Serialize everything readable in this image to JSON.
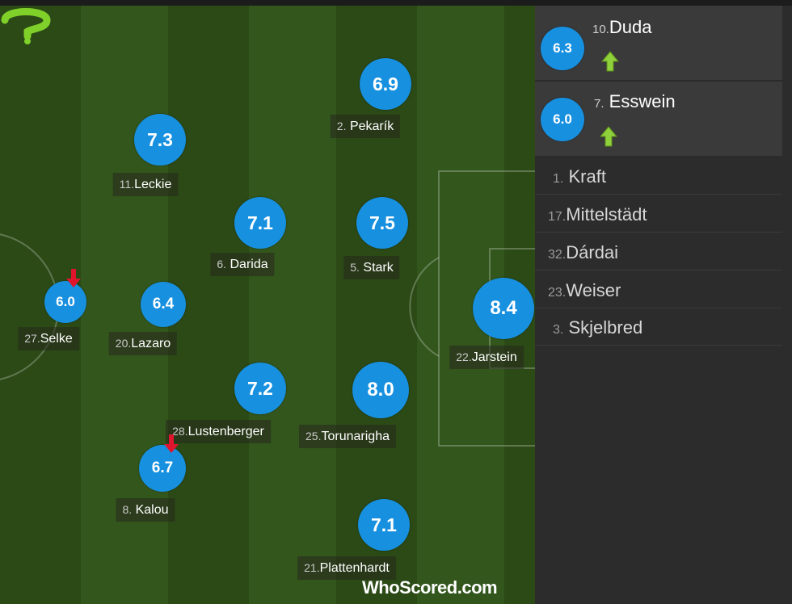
{
  "pitch_players": [
    {
      "id": "pekarik",
      "number": "2.",
      "name": "Pekarík",
      "rating": "6.9"
    },
    {
      "id": "leckie",
      "number": "11.",
      "name": "Leckie",
      "rating": "7.3"
    },
    {
      "id": "darida",
      "number": "6.",
      "name": "Darida",
      "rating": "7.1"
    },
    {
      "id": "stark",
      "number": "5.",
      "name": "Stark",
      "rating": "7.5"
    },
    {
      "id": "selke",
      "number": "27.",
      "name": "Selke",
      "rating": "6.0",
      "subbed_off": true
    },
    {
      "id": "lazaro",
      "number": "20.",
      "name": "Lazaro",
      "rating": "6.4"
    },
    {
      "id": "jarstein",
      "number": "22.",
      "name": "Jarstein",
      "rating": "8.4"
    },
    {
      "id": "lustenberger",
      "number": "28.",
      "name": "Lustenberger",
      "rating": "7.2"
    },
    {
      "id": "torunarigha",
      "number": "25.",
      "name": "Torunarigha",
      "rating": "8.0"
    },
    {
      "id": "kalou",
      "number": "8.",
      "name": "Kalou",
      "rating": "6.7",
      "subbed_off": true
    },
    {
      "id": "plattenhardt",
      "number": "21.",
      "name": "Plattenhardt",
      "rating": "7.1"
    }
  ],
  "substitutes_used": [
    {
      "number": "10.",
      "name": "Duda",
      "rating": "6.3"
    },
    {
      "number": "7.",
      "name": "Esswein",
      "rating": "6.0"
    }
  ],
  "bench": [
    {
      "number": "1.",
      "name": "Kraft"
    },
    {
      "number": "17.",
      "name": "Mittelstädt"
    },
    {
      "number": "32.",
      "name": "Dárdai"
    },
    {
      "number": "23.",
      "name": "Weiser"
    },
    {
      "number": "3.",
      "name": "Skjelbred"
    }
  ],
  "brand": {
    "part1": "WhoScored",
    "part2": ".com"
  },
  "colors": {
    "rating_bubble": "#1790e0",
    "sub_off_arrow": "#e0142c",
    "sub_on_arrow": "#8fd13a"
  }
}
